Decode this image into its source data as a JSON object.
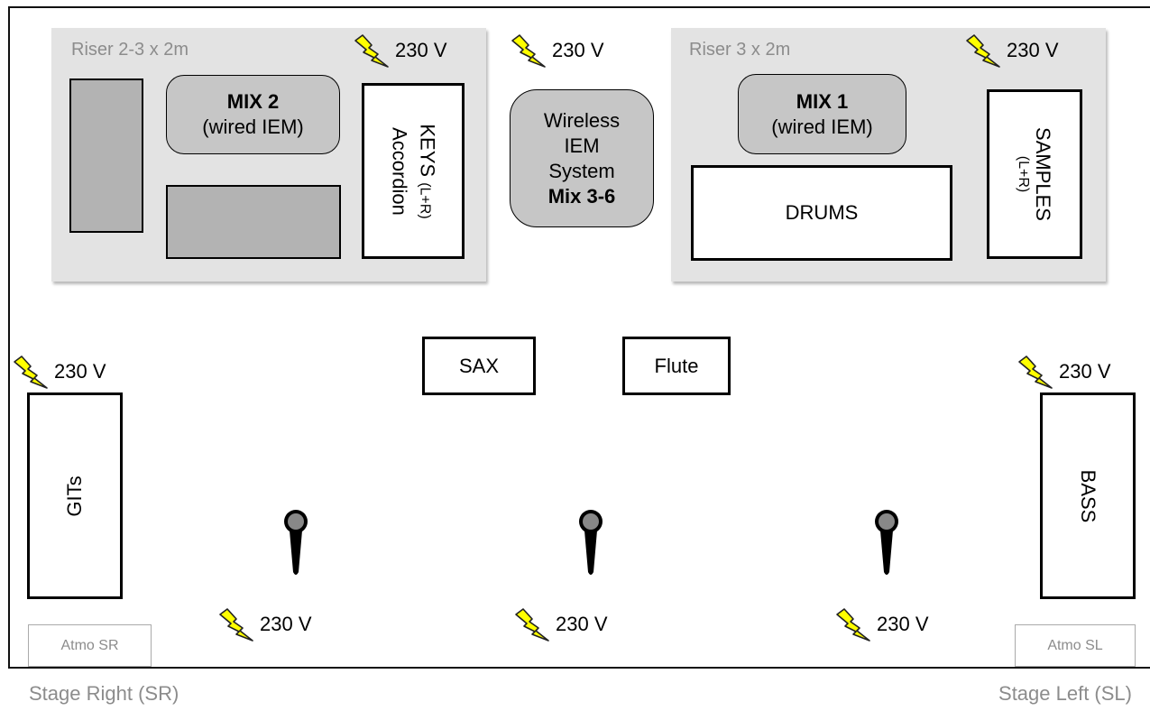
{
  "power_label": "230 V",
  "risers": {
    "left_label": "Riser 2-3 x 2m",
    "right_label": "Riser 3 x 2m"
  },
  "mix2": {
    "title": "MIX 2",
    "sub": "(wired IEM)"
  },
  "mix1": {
    "title": "MIX 1",
    "sub": "(wired IEM)"
  },
  "keys": {
    "line1": "KEYS",
    "line1_small": "(L+R)",
    "line2": "Accordion"
  },
  "wireless": {
    "line1": "Wireless",
    "line2": "IEM",
    "line3": "System",
    "line4": "Mix 3-6"
  },
  "drums": "DRUMS",
  "samples": {
    "line1": "SAMPLES",
    "line2": "(L+R)"
  },
  "sax": "SAX",
  "flute": "Flute",
  "gits": "GITs",
  "bass": "BASS",
  "atmo_sr": "Atmo SR",
  "atmo_sl": "Atmo SL",
  "stage_right": "Stage Right (SR)",
  "stage_left": "Stage Left (SL)",
  "colors": {
    "riser_bg": "#e3e3e3",
    "grey_box": "#b3b3b3",
    "mix_box": "#c6c6c6",
    "bolt": "#ffff00",
    "label_grey": "#8c8c8c"
  }
}
